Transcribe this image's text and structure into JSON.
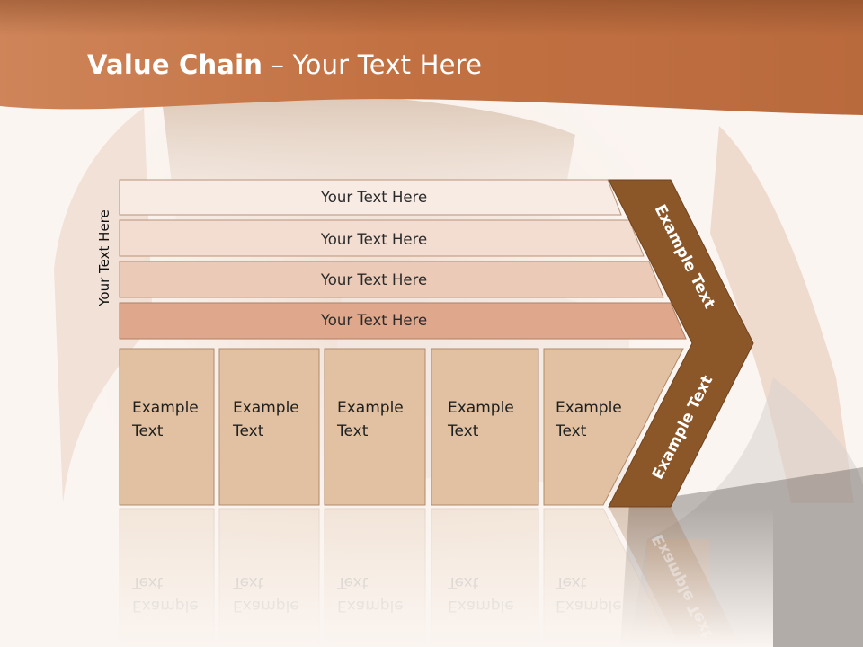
{
  "slide": {
    "title_bold": "Value Chain",
    "title_rest": " – Your Text Here",
    "vertical_label": "Your Text Here"
  },
  "bands": [
    {
      "label": "Your Text Here",
      "color": "#f7ebe4"
    },
    {
      "label": "Your Text Here",
      "color": "#f2ddd0"
    },
    {
      "label": "Your Text Here",
      "color": "#ebcab7"
    },
    {
      "label": "Your Text Here",
      "color": "#dfa88c"
    }
  ],
  "columns": [
    {
      "line1": "Example",
      "line2": "Text"
    },
    {
      "line1": "Example",
      "line2": "Text"
    },
    {
      "line1": "Example",
      "line2": "Text"
    },
    {
      "line1": "Example",
      "line2": "Text"
    },
    {
      "line1": "Example",
      "line2": "Text"
    }
  ],
  "chevron": {
    "upper_label": "Example Text",
    "lower_label": "Example Text",
    "color": "#8c5728"
  },
  "colors": {
    "header": "#c2703f",
    "column_fill": "#e1c1a1",
    "column_stroke": "#b08a6c",
    "background": "#fbf5f1"
  }
}
